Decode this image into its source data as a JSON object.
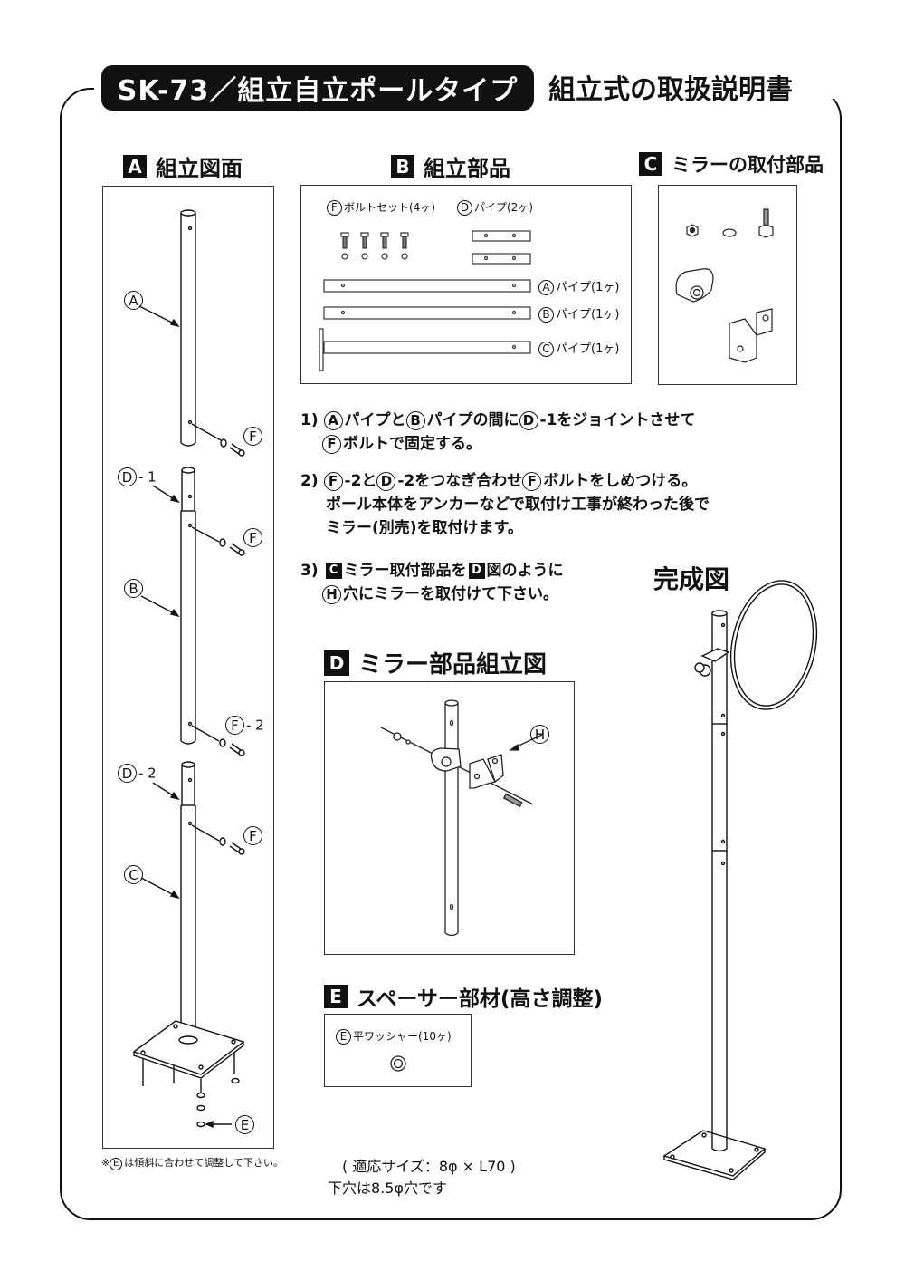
{
  "header": {
    "model_title": "SK-73／組立自立ポールタイプ",
    "doc_title": "組立式の取扱説明書"
  },
  "sections": {
    "a": {
      "badge": "A",
      "title": "組立図面"
    },
    "b": {
      "badge": "B",
      "title": "組立部品"
    },
    "c": {
      "badge": "C",
      "title": "ミラーの取付部品"
    },
    "d": {
      "badge": "D",
      "title": "ミラー部品組立図"
    },
    "e": {
      "badge": "E",
      "title": "スペーサー部材(高さ調整)"
    },
    "complete": {
      "title": "完成図"
    }
  },
  "assembly_labels": {
    "a": "A",
    "b": "B",
    "c": "C",
    "d1": "D",
    "d1_suffix": "- 1",
    "d2": "D",
    "d2_suffix": "- 2",
    "f": "F",
    "f2": "F",
    "f2_suffix": "- 2",
    "e": "E"
  },
  "parts": {
    "bolt_set": {
      "letter": "F",
      "label": "ボルトセット(4ヶ)"
    },
    "d_pipe": {
      "letter": "D",
      "label": "パイプ(2ヶ)"
    },
    "a_pipe": {
      "letter": "A",
      "label": "パイプ(1ヶ)"
    },
    "b_pipe": {
      "letter": "B",
      "label": "パイプ(1ヶ)"
    },
    "c_pipe": {
      "letter": "C",
      "label": "パイプ(1ヶ)"
    }
  },
  "instructions": {
    "step1": {
      "num": "1)",
      "parts": [
        "A",
        "パイプと",
        "B",
        "パイプの間に",
        "D",
        "-1をジョイントさせて"
      ],
      "line2_letter": "F",
      "line2": "ボルトで固定する。"
    },
    "step2": {
      "num": "2)",
      "letter1": "F",
      "text1": "-2と",
      "letter2": "D",
      "text2": "-2をつなぎ合わせ",
      "letter3": "F",
      "text3": "ボルトをしめつける。",
      "line2": "ポール本体をアンカーなどで取付け工事が終わった後で",
      "line3": "ミラー(別売)を取付けます。"
    },
    "step3": {
      "num": "3)",
      "badge1": "C",
      "text1": "ミラー取付部品を",
      "badge2": "D",
      "text2": "図のように",
      "line2_letter": "H",
      "line2": "穴にミラーを取付けて下さい。"
    }
  },
  "d_diagram": {
    "h_label": "H"
  },
  "spacer": {
    "letter": "E",
    "label": "平ワッシャー(10ヶ)"
  },
  "notes": {
    "adjust_prefix": "※",
    "adjust_letter": "E",
    "adjust_text": "は傾斜に合わせて調整して下さい。",
    "size": "( 適応サイズ：8φ × L70 )",
    "hole": "下穴は8.5φ穴です"
  }
}
